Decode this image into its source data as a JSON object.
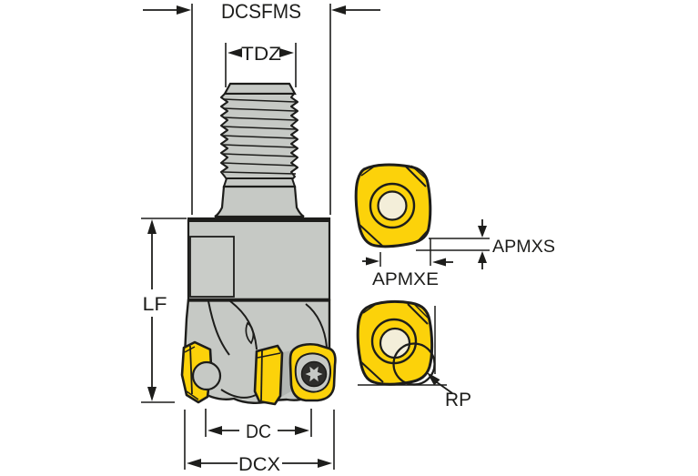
{
  "diagram": {
    "labels": {
      "dcsfms": "DCSFMS",
      "tdz": "TDZ",
      "lf": "LF",
      "dc": "DC",
      "dcx": "DCX",
      "apmxs": "APMXS",
      "apmxe": "APMXE",
      "rp": "RP"
    },
    "colors": {
      "outline": "#1d1d1b",
      "body_gray": "#c6c9c5",
      "panel_gray": "#c9ccc8",
      "shade_gray": "#b2b6b2",
      "screw_dark": "#2e2e2c",
      "insert_yellow": "#fcd20a",
      "hole_cream": "#f3eed9",
      "background": "#ffffff"
    }
  }
}
